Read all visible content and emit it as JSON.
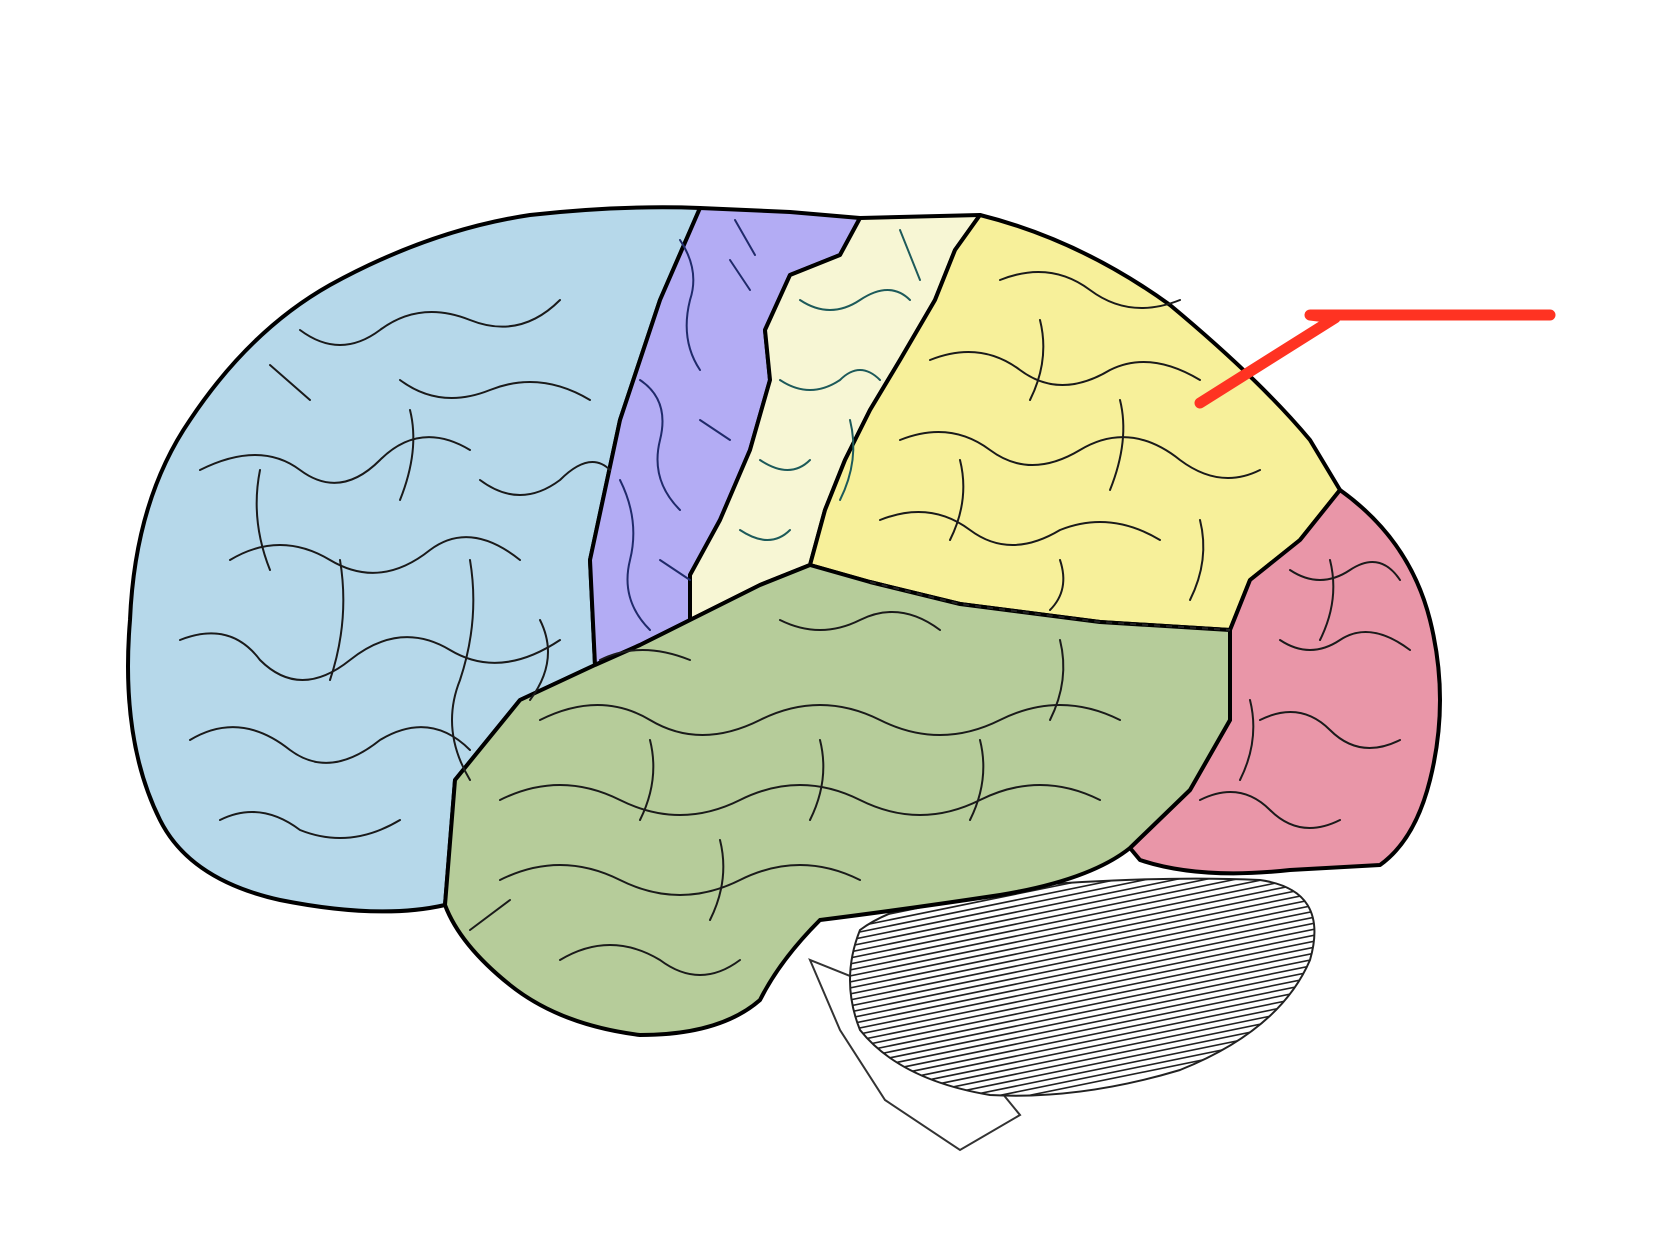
{
  "diagram": {
    "colors": {
      "frontal": "#b6d8ea",
      "motor": "#b3acf4",
      "sensory": "#f7f6d4",
      "parietal": "#f7f09a",
      "occipital": "#e996a8",
      "temporal": "#b6cc9a",
      "cerebellum": "#ffffff",
      "outline": "#000000",
      "pointer": "#ff3322"
    },
    "regions": [
      {
        "id": "frontal-lobe",
        "color_key": "frontal"
      },
      {
        "id": "motor-cortex",
        "color_key": "motor"
      },
      {
        "id": "sensory-cortex",
        "color_key": "sensory"
      },
      {
        "id": "parietal-lobe",
        "color_key": "parietal"
      },
      {
        "id": "occipital-lobe",
        "color_key": "occipital"
      },
      {
        "id": "temporal-lobe",
        "color_key": "temporal"
      },
      {
        "id": "cerebellum",
        "color_key": "cerebellum"
      },
      {
        "id": "brainstem",
        "color_key": "cerebellum"
      }
    ],
    "pointer": {
      "points_to": "parietal-lobe",
      "color_key": "pointer"
    }
  }
}
